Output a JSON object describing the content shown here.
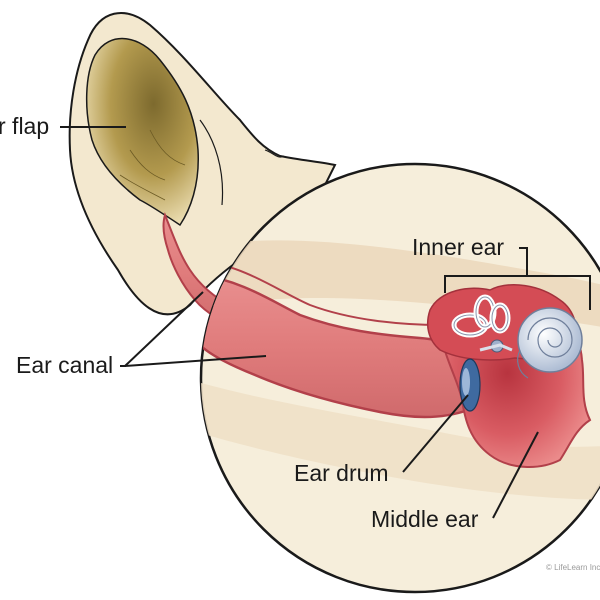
{
  "labels": {
    "ear_flap": "r flap",
    "ear_canal": "Ear canal",
    "inner_ear": "Inner ear",
    "ear_drum": "Ear drum",
    "middle_ear": "Middle ear"
  },
  "copyright": "© LifeLearn Inc.",
  "colors": {
    "skin": "#f3e8cf",
    "flap_inner": "#b39a4e",
    "canal": "#e07c7c",
    "canal_dark": "#b2404a",
    "middle_ear": "#d95c63",
    "inner_ear_shell": "#c9d4e4",
    "ear_drum": "#3f6aa0",
    "outline": "#1a1a1a"
  }
}
